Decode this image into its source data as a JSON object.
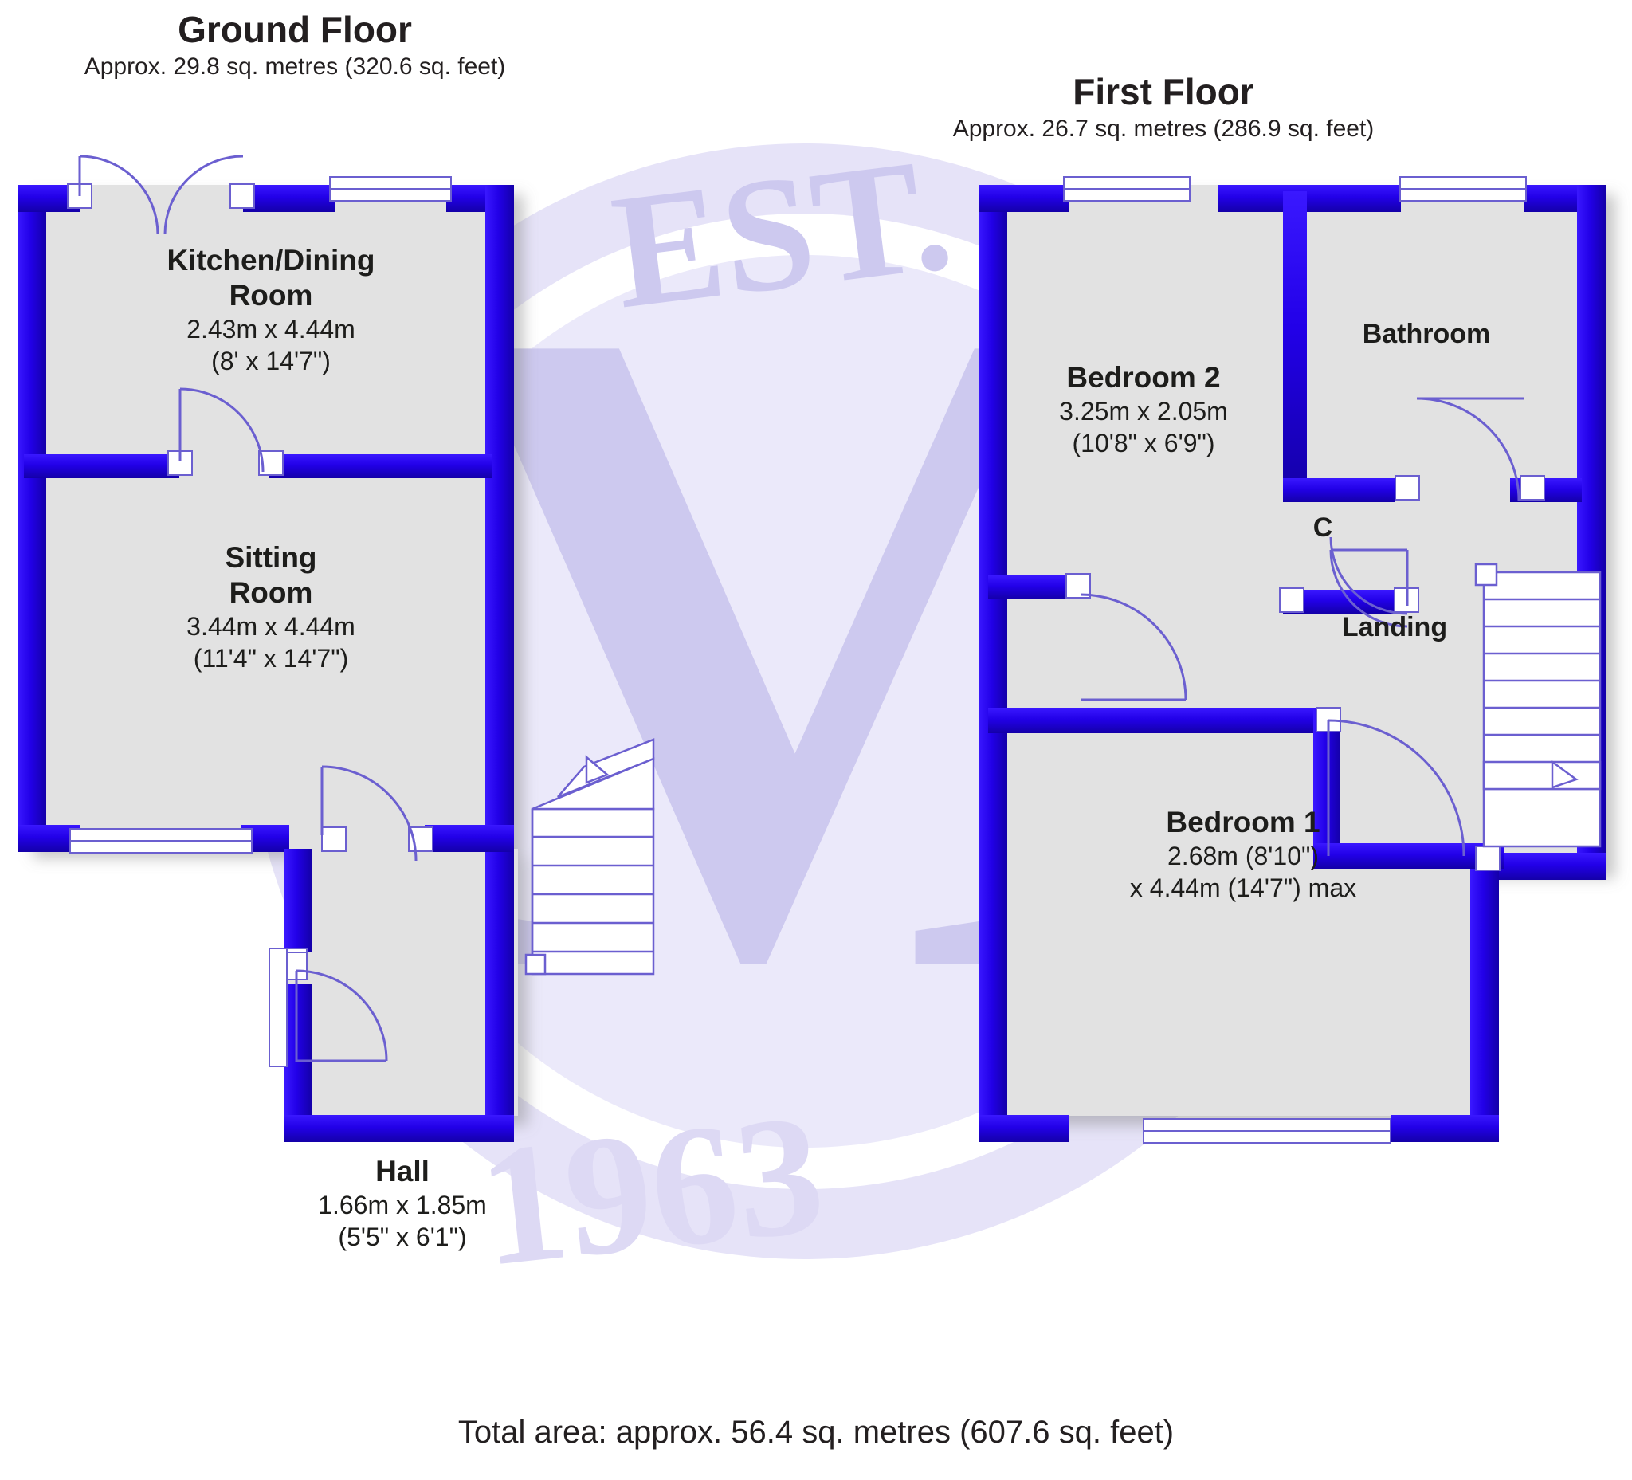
{
  "document": {
    "type": "floor-plan",
    "total_area": "Total area: approx. 56.4 sq. metres (607.6 sq. feet)",
    "watermark": {
      "letter": "M",
      "top_text": "EST.",
      "bottom_text": "1963",
      "color": "#cdc9ef"
    },
    "colors": {
      "wall": "#2200e0",
      "wall_dark": "#1a00b4",
      "floor_fill": "#e2e2e2",
      "text": "#1d1d1b",
      "thin_line": "#5b4fc4",
      "window_fill": "#ffffff"
    }
  },
  "floors": [
    {
      "id": "ground-floor",
      "title": "Ground Floor",
      "subtitle": "Approx. 29.8 sq. metres (320.6 sq. feet)",
      "rooms": [
        {
          "id": "kitchen-dining-room",
          "name_line1": "Kitchen/Dining",
          "name_line2": "Room",
          "dim_metric": "2.43m x 4.44m",
          "dim_imperial": "(8' x 14'7\")"
        },
        {
          "id": "sitting-room",
          "name_line1": "Sitting",
          "name_line2": "Room",
          "dim_metric": "3.44m x 4.44m",
          "dim_imperial": "(11'4\" x 14'7\")"
        },
        {
          "id": "hall",
          "name_line1": "Hall",
          "name_line2": "",
          "dim_metric": "1.66m x 1.85m",
          "dim_imperial": "(5'5\" x 6'1\")"
        }
      ]
    },
    {
      "id": "first-floor",
      "title": "First Floor",
      "subtitle": "Approx. 26.7 sq. metres (286.9 sq. feet)",
      "rooms": [
        {
          "id": "bedroom-2",
          "name_line1": "Bedroom 2",
          "name_line2": "",
          "dim_metric": "3.25m x 2.05m",
          "dim_imperial": "(10'8\" x 6'9\")"
        },
        {
          "id": "bathroom",
          "name_line1": "Bathroom",
          "name_line2": "",
          "dim_metric": "",
          "dim_imperial": ""
        },
        {
          "id": "cupboard",
          "name_line1": "C",
          "name_line2": "",
          "dim_metric": "",
          "dim_imperial": ""
        },
        {
          "id": "landing",
          "name_line1": "Landing",
          "name_line2": "",
          "dim_metric": "",
          "dim_imperial": ""
        },
        {
          "id": "bedroom-1",
          "name_line1": "Bedroom 1",
          "name_line2": "",
          "dim_metric": "2.68m (8'10\")",
          "dim_imperial": "x 4.44m (14'7\") max"
        }
      ]
    }
  ]
}
